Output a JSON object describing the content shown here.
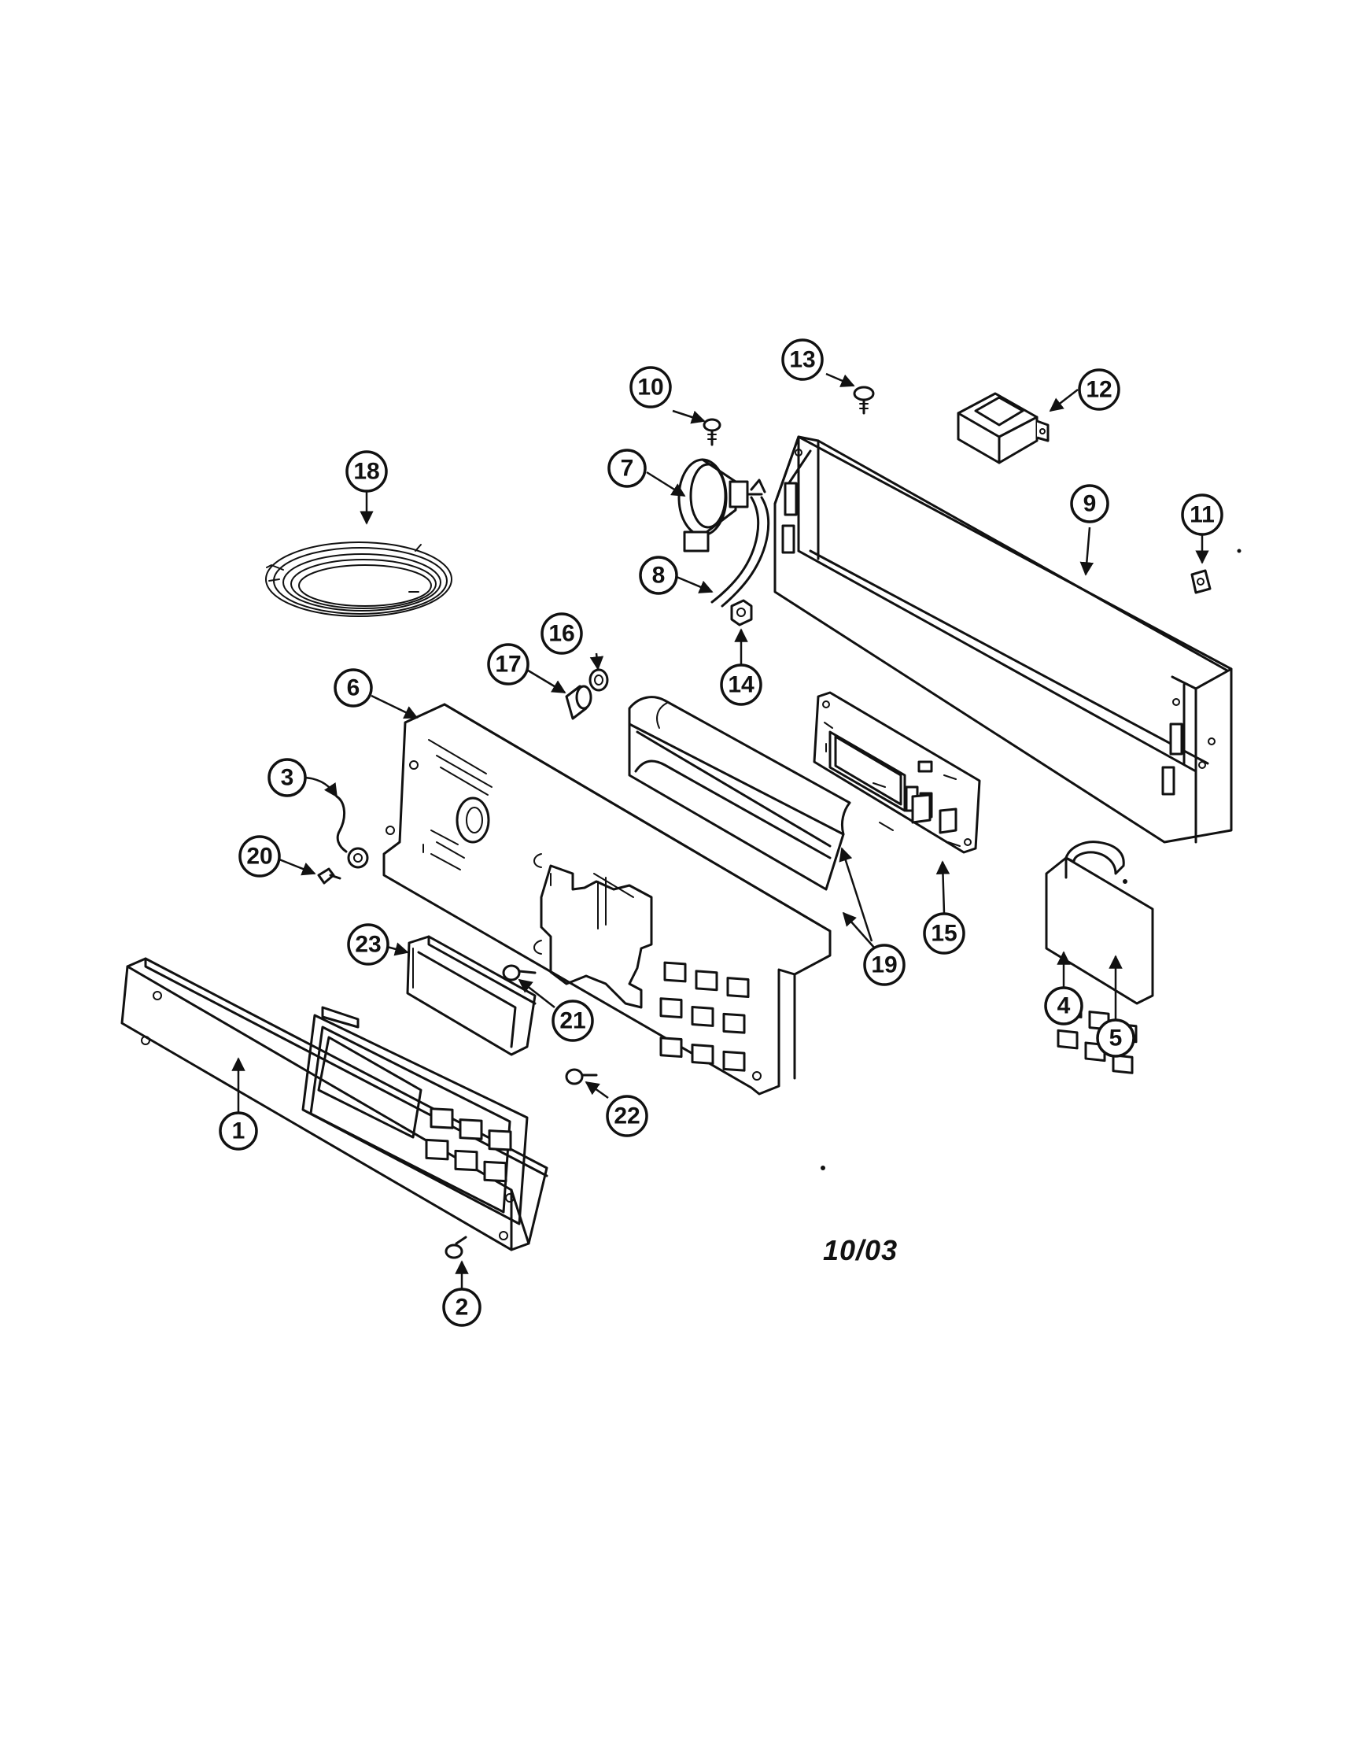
{
  "diagram": {
    "date_code": "10/03",
    "callouts": [
      {
        "id": "1",
        "label": "1"
      },
      {
        "id": "2",
        "label": "2"
      },
      {
        "id": "3",
        "label": "3"
      },
      {
        "id": "4",
        "label": "4"
      },
      {
        "id": "5",
        "label": "5"
      },
      {
        "id": "6",
        "label": "6"
      },
      {
        "id": "7",
        "label": "7"
      },
      {
        "id": "8",
        "label": "8"
      },
      {
        "id": "9",
        "label": "9"
      },
      {
        "id": "10",
        "label": "10"
      },
      {
        "id": "11",
        "label": "11"
      },
      {
        "id": "12",
        "label": "12"
      },
      {
        "id": "13",
        "label": "13"
      },
      {
        "id": "14",
        "label": "14"
      },
      {
        "id": "15",
        "label": "15"
      },
      {
        "id": "16",
        "label": "16"
      },
      {
        "id": "17",
        "label": "17"
      },
      {
        "id": "18",
        "label": "18"
      },
      {
        "id": "19",
        "label": "19"
      },
      {
        "id": "20",
        "label": "20"
      },
      {
        "id": "21",
        "label": "21"
      },
      {
        "id": "22",
        "label": "22"
      },
      {
        "id": "23",
        "label": "23"
      }
    ]
  }
}
